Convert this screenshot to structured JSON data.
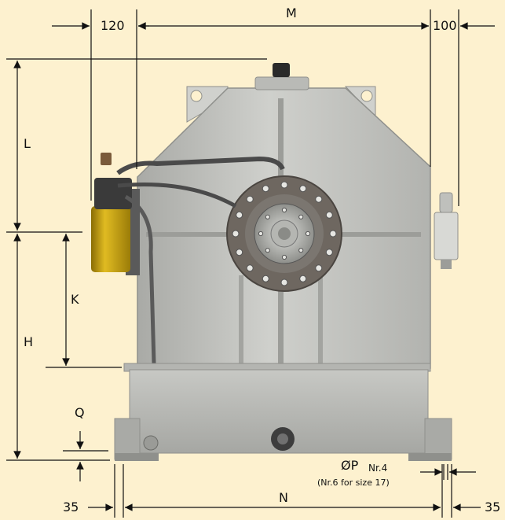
{
  "colors": {
    "background": "#fdf1cf",
    "housing": "#c3c4c0",
    "housing_dark": "#9c9d99",
    "flange": "#6e6760",
    "oil_filter": "#c9a30b",
    "dimension_lines": "#111111"
  },
  "dimensions": {
    "M": "M",
    "d120": "120",
    "d100": "100",
    "L": "L",
    "K": "K",
    "H": "H",
    "Q": "Q",
    "N": "N",
    "d35_left": "35",
    "d35_right": "35",
    "P": "ØP",
    "P_count": "Nr.4",
    "P_note": "(Nr.6 for size  17)"
  }
}
